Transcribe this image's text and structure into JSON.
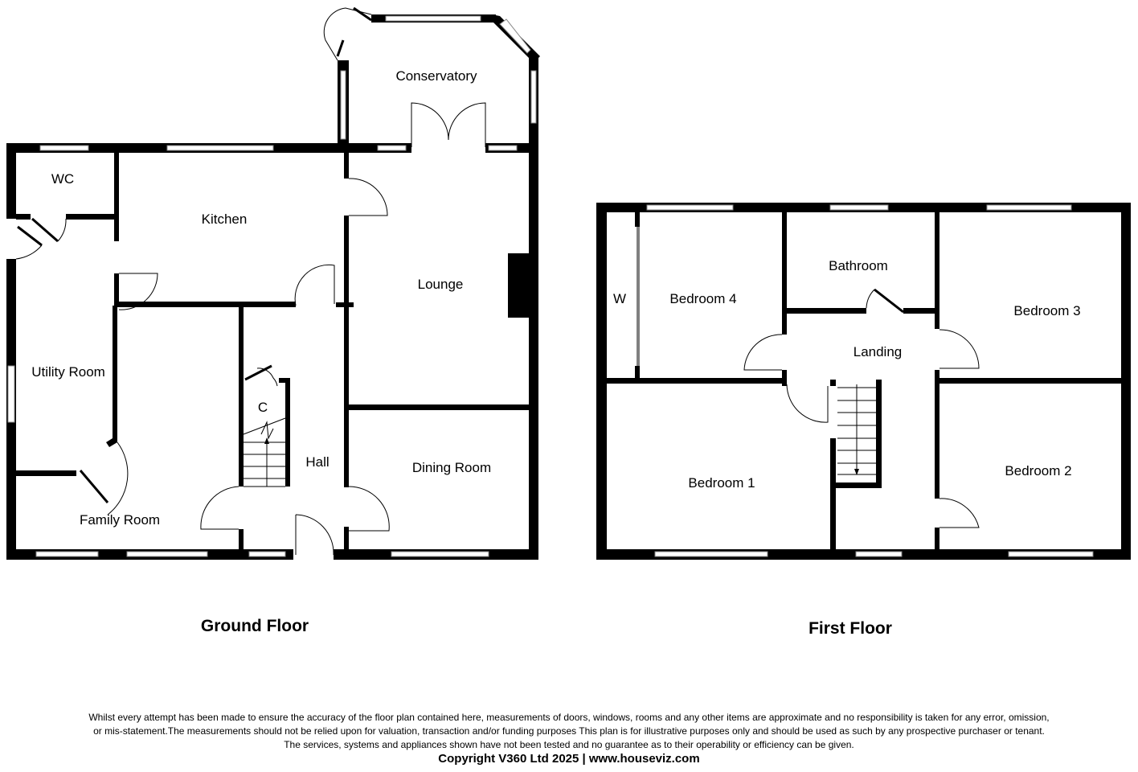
{
  "ground_floor": {
    "title": "Ground Floor",
    "rooms": {
      "wc": "WC",
      "kitchen": "Kitchen",
      "lounge": "Lounge",
      "conservatory": "Conservatory",
      "utility_room": "Utility Room",
      "cupboard": "C",
      "hall": "Hall",
      "dining_room": "Dining Room",
      "family_room": "Family Room"
    }
  },
  "first_floor": {
    "title": "First Floor",
    "rooms": {
      "wardrobe": "W",
      "bedroom_4": "Bedroom 4",
      "bathroom": "Bathroom",
      "bedroom_3": "Bedroom 3",
      "landing": "Landing",
      "bedroom_1": "Bedroom 1",
      "bedroom_2": "Bedroom 2"
    }
  },
  "footer": {
    "disclaimer": [
      "Whilst every attempt has been made to ensure the accuracy of the floor plan contained here, measurements of doors, windows, rooms and any other items are approximate and no responsibility is taken for any error, omission,",
      "or mis-statement.The measurements should not be relied upon for valuation, transaction and/or funding purposes This plan is for illustrative purposes only and should be used as such by any prospective purchaser or tenant.",
      "The services, systems and appliances shown have not been tested and no guarantee as to their operability or efficiency can be given."
    ],
    "copyright": "Copyright V360 Ltd 2025 | www.houseviz.com"
  }
}
